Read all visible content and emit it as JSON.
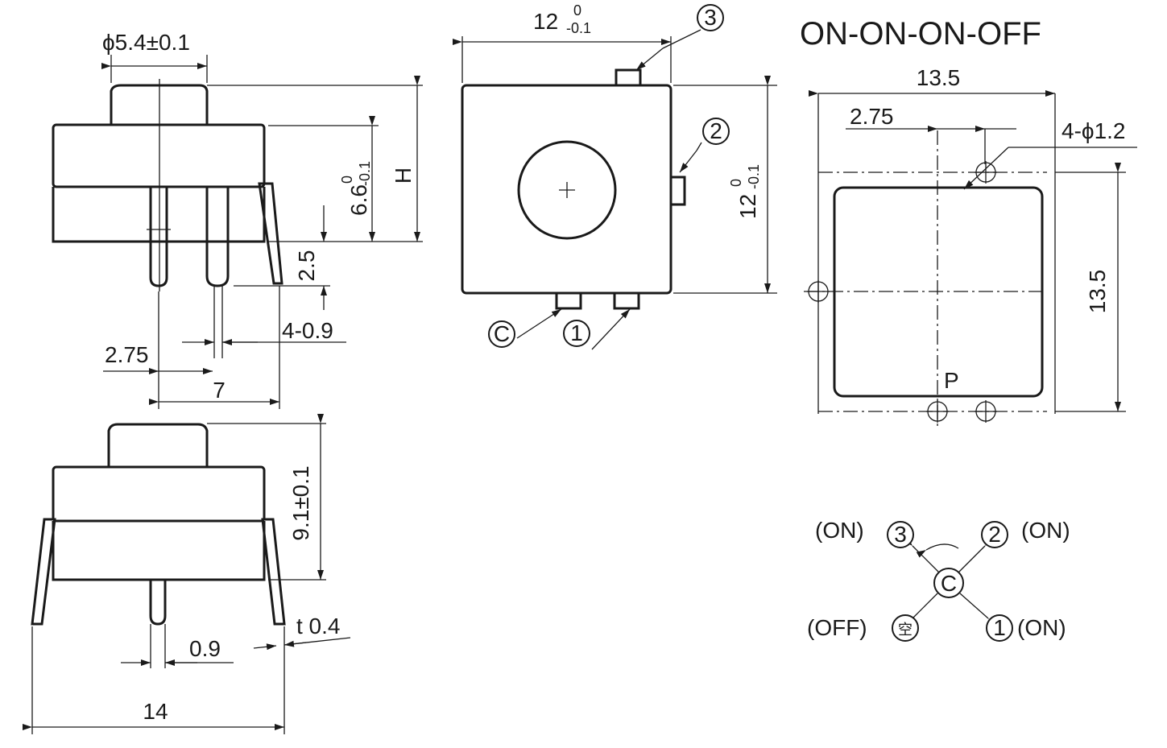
{
  "title": "ON-ON-ON-OFF",
  "side_view": {
    "knob_diameter": "ϕ5.4±0.1",
    "height_label": "H",
    "body_height_main": "6.6",
    "body_height_tol_upper": "0",
    "body_height_tol_lower": "-0.1",
    "pin_length": "2.5",
    "pin_width": "4-0.9",
    "pin_offset": "2.75",
    "pin_span": "7"
  },
  "front_view": {
    "total_height": "9.1±0.1",
    "pin_width": "0.9",
    "thickness": "t 0.4",
    "width": "14"
  },
  "top_view": {
    "width_main": "12",
    "width_tol_upper": "0",
    "width_tol_lower": "-0.1",
    "height_main": "12",
    "height_tol_upper": "0",
    "height_tol_lower": "-0.1",
    "terminal_3": "3",
    "terminal_2": "2",
    "terminal_1": "1",
    "terminal_c": "C"
  },
  "footprint": {
    "width": "13.5",
    "height": "13.5",
    "hole_offset": "2.75",
    "hole_spec": "4-ϕ1.2",
    "p_label": "P"
  },
  "schematic": {
    "node_3": "3",
    "node_2": "2",
    "node_1": "1",
    "node_c": "C",
    "node_off": "空",
    "label_3": "(ON)",
    "label_2": "(ON)",
    "label_1": "(ON)",
    "label_off": "(OFF)"
  }
}
